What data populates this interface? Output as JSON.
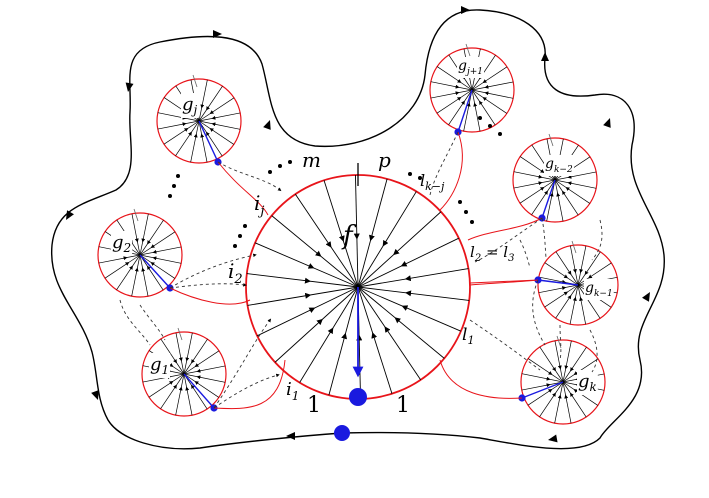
{
  "colors": {
    "circle_stroke": "#e8141a",
    "ray": "#000000",
    "special_ray": "#1a1adf",
    "boundary": "#000000",
    "red_curve": "#e8141a",
    "dashed": "#333333"
  },
  "central": {
    "label": "f"
  },
  "small_circles": [
    {
      "id": "gj",
      "label": "g",
      "sub": "j"
    },
    {
      "id": "g2",
      "label": "g",
      "sub": "2"
    },
    {
      "id": "g1",
      "label": "g",
      "sub": "1"
    },
    {
      "id": "gj1",
      "label": "g",
      "sub": "j+1"
    },
    {
      "id": "gk2",
      "label": "g",
      "sub": "k−2"
    },
    {
      "id": "gk1",
      "label": "g",
      "sub": "k−1"
    },
    {
      "id": "gk",
      "label": "g",
      "sub": "k"
    }
  ],
  "edge_labels": {
    "m": "m",
    "p": "p",
    "ij": "i",
    "ij_sub": "j",
    "i2": "i",
    "i2_sub": "2",
    "i1": "i",
    "i1_sub": "1",
    "lkj": "l",
    "lkj_sub": "k−j",
    "l2l3_a": "l",
    "l2l3_a_sub": "2",
    "l2l3_eq": " = ",
    "l2l3_b": "l",
    "l2l3_b_sub": "3",
    "l1": "l",
    "l1_sub": "1",
    "one_left": "1",
    "one_right": "1"
  }
}
